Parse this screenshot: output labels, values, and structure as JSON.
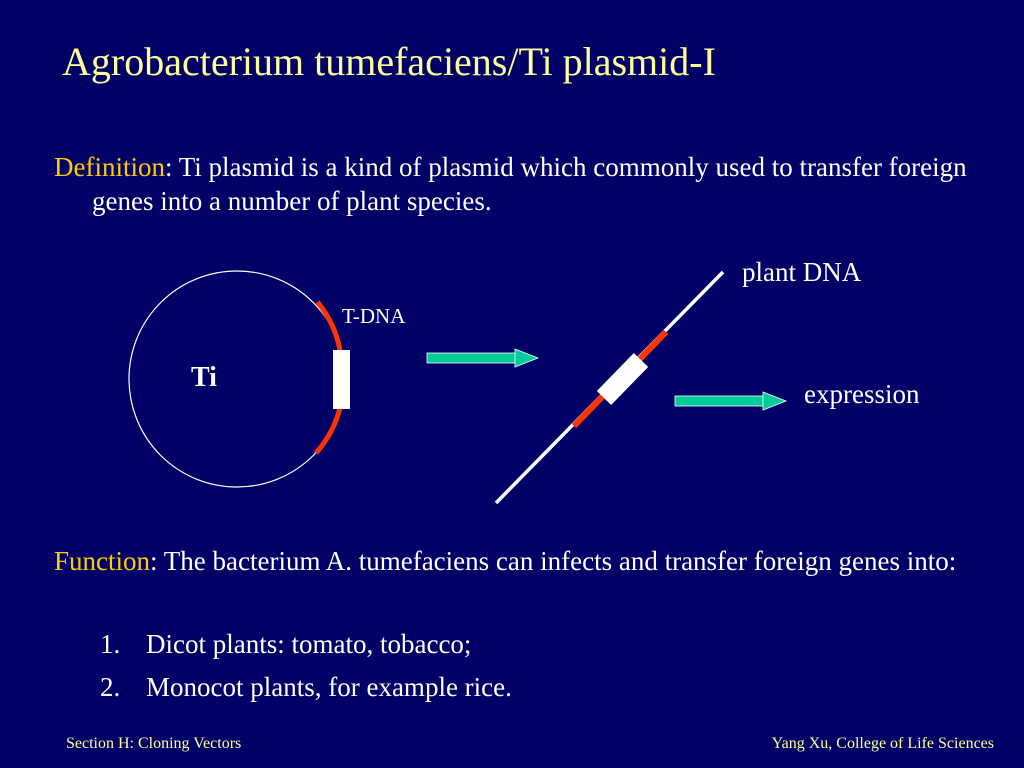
{
  "title": "Agrobacterium tumefaciens/Ti plasmid-I",
  "definition": {
    "label": "Definition",
    "text": ": Ti plasmid is a kind of plasmid which commonly used to transfer foreign genes into a number of plant species."
  },
  "diagram": {
    "ti_label": "Ti",
    "tdna_label": "T-DNA",
    "plant_dna_label": "plant DNA",
    "expression_label": "expression",
    "colors": {
      "circle": "#ffffff",
      "tdna": "#ff3300",
      "insert": "#ffffff",
      "arrow": "#00cc99"
    }
  },
  "function": {
    "label": "Function",
    "text": ": The bacterium A. tumefaciens can infects and transfer foreign genes into:",
    "items": [
      {
        "num": "1.",
        "text": "Dicot plants: tomato, tobacco;"
      },
      {
        "num": "2.",
        "text": "Monocot plants, for example rice."
      }
    ]
  },
  "footer": {
    "left": "Section H: Cloning Vectors",
    "right": "Yang Xu, College of Life Sciences"
  }
}
